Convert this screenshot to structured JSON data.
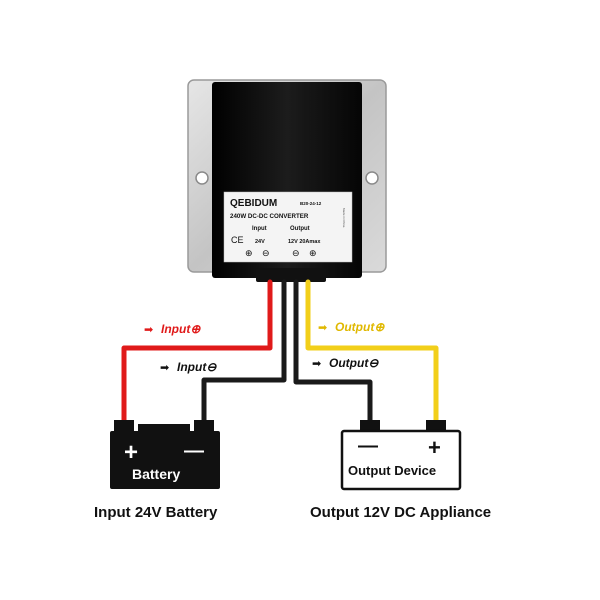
{
  "converter": {
    "brand": "QEBIDUM",
    "model_code": "B20-24-12",
    "title": "240W DC-DC CONVERTER",
    "ce_mark": "CE",
    "input_heading": "Input",
    "output_heading": "Output",
    "input_voltage": "24V",
    "output_rating": "12V 20Amax",
    "side_note": "Made in China",
    "terminal_plus": "⊕",
    "terminal_minus": "⊖"
  },
  "wires": {
    "input_positive_label": "Input⊕",
    "input_negative_label": "Input⊖",
    "output_positive_label": "Output⊕",
    "output_negative_label": "Output⊖",
    "arrow": "➡"
  },
  "battery": {
    "label": "Battery",
    "plus": "+",
    "minus": "—"
  },
  "output_device": {
    "label": "Output Device",
    "plus": "+",
    "minus": "—"
  },
  "captions": {
    "left": "Input 24V Battery",
    "right": "Output 12V DC Appliance"
  },
  "colors": {
    "red_wire": "#e01a1a",
    "black_wire": "#1a1a1a",
    "yellow_wire": "#f2cf1a",
    "case_black": "#0d0d0d",
    "plate_silver": "#c9c9c9"
  }
}
